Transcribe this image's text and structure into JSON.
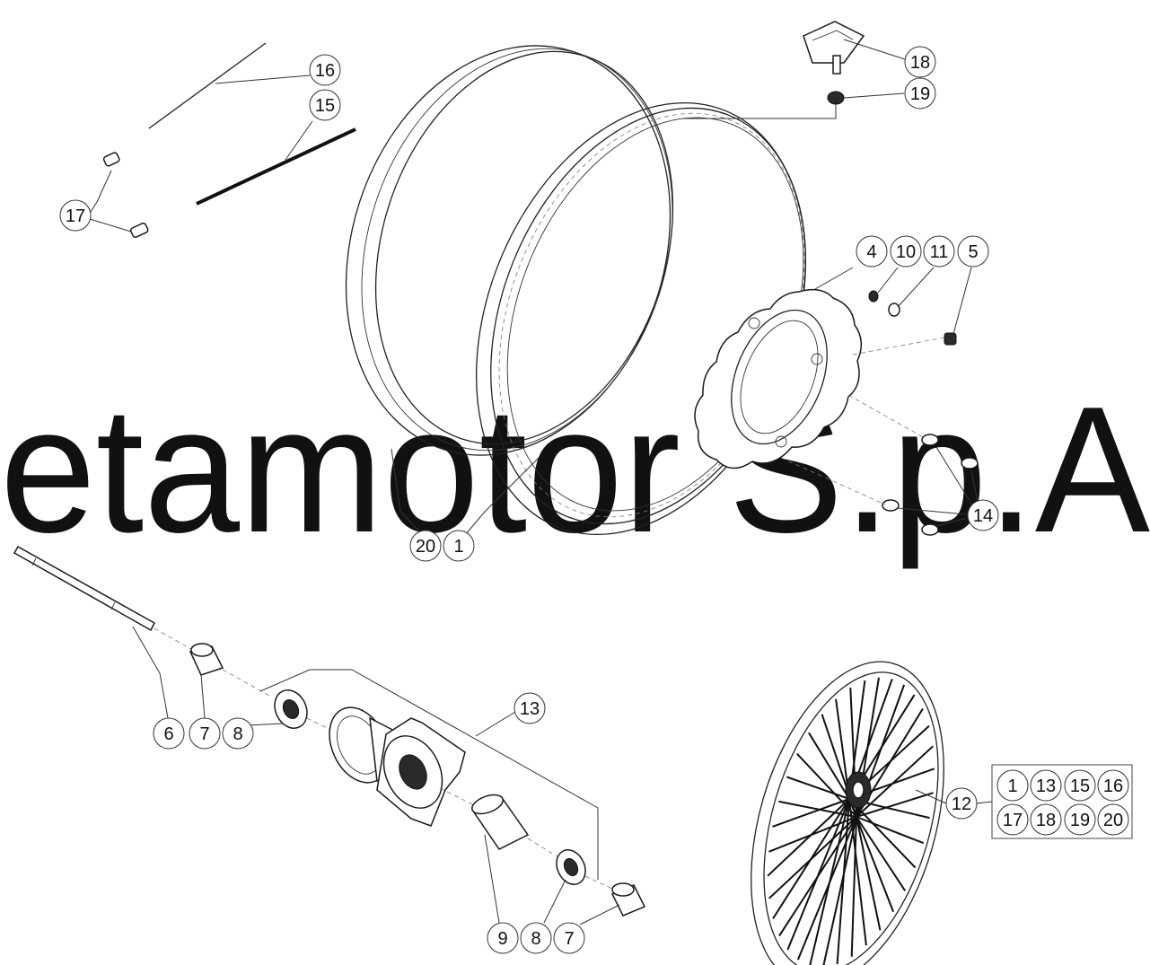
{
  "watermark": "etamotor S.p.A",
  "callouts": {
    "c16": "16",
    "c15": "15",
    "c17": "17",
    "c18": "18",
    "c19": "19",
    "c4": "4",
    "c10": "10",
    "c11": "11",
    "c5": "5",
    "c14": "14",
    "c20": "20",
    "c1": "1",
    "c6": "6",
    "c7a": "7",
    "c8a": "8",
    "c13": "13",
    "c9": "9",
    "c8b": "8",
    "c7b": "7",
    "c12": "12"
  },
  "kit_box": {
    "items": [
      "1",
      "13",
      "15",
      "16",
      "17",
      "18",
      "19",
      "20"
    ]
  }
}
